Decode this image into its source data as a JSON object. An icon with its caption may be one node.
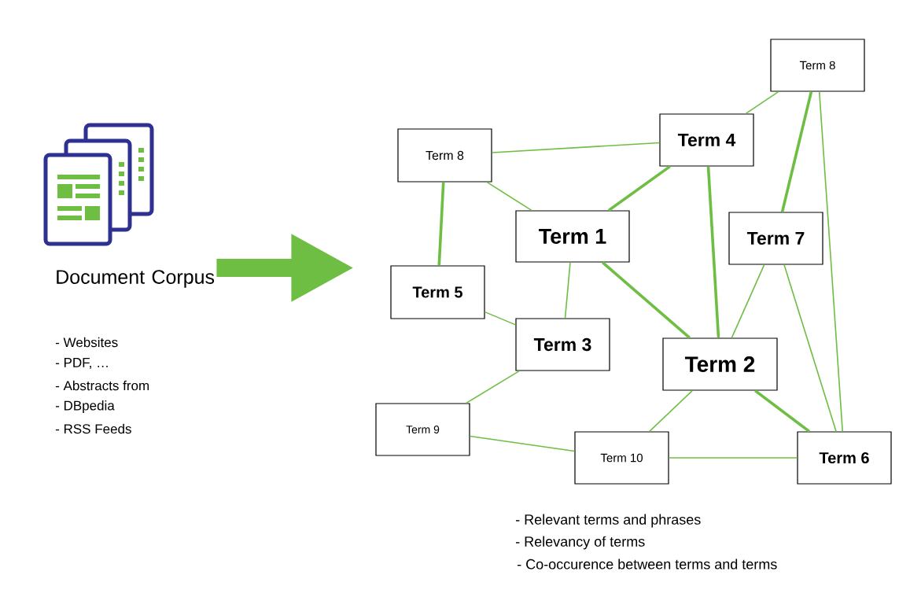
{
  "diagram": {
    "nodes": [
      {
        "text": [
          "Document Corpus"
        ]
      },
      {
        "text": [
          "Term 8"
        ]
      },
      {
        "text": [
          "Term 4"
        ]
      },
      {
        "text": [
          "Term 8"
        ]
      },
      {
        "text": [
          "Term 1"
        ]
      },
      {
        "text": [
          "Term 7"
        ]
      },
      {
        "text": [
          "Term 5"
        ]
      },
      {
        "text": [
          "Term 3"
        ]
      },
      {
        "text": [
          "Term 2"
        ]
      },
      {
        "text": [
          "Term 9"
        ]
      },
      {
        "text": [
          "Term 10"
        ]
      },
      {
        "text": [
          "Term 6"
        ]
      }
    ],
    "edges": [
      {
        "from": 0,
        "to": null,
        "arrow": "to",
        "style": "thick"
      },
      {
        "from": 1,
        "to": 2,
        "arrow": "none"
      },
      {
        "from": 1,
        "to": 5,
        "arrow": "none",
        "style": "thick"
      },
      {
        "from": 1,
        "to": 11,
        "arrow": "none"
      },
      {
        "from": 3,
        "to": 2,
        "arrow": "none"
      },
      {
        "from": 3,
        "to": 4,
        "arrow": "none"
      },
      {
        "from": 3,
        "to": 6,
        "arrow": "none",
        "style": "thick"
      },
      {
        "from": 2,
        "to": 4,
        "arrow": "none",
        "style": "thick"
      },
      {
        "from": 2,
        "to": 8,
        "arrow": "none",
        "style": "thick"
      },
      {
        "from": 4,
        "to": 8,
        "arrow": "none",
        "style": "thick"
      },
      {
        "from": 4,
        "to": 7,
        "arrow": "none"
      },
      {
        "from": 5,
        "to": 8,
        "arrow": "none"
      },
      {
        "from": 5,
        "to": 11,
        "arrow": "none"
      },
      {
        "from": 6,
        "to": 7,
        "arrow": "none"
      },
      {
        "from": 7,
        "to": 9,
        "arrow": "none"
      },
      {
        "from": 9,
        "to": 10,
        "arrow": "none"
      },
      {
        "from": 8,
        "to": 10,
        "arrow": "none"
      },
      {
        "from": 8,
        "to": 11,
        "arrow": "none",
        "style": "thick"
      },
      {
        "from": 10,
        "to": 11,
        "arrow": "none"
      }
    ],
    "labels": [
      "- Websites",
      "- PDF, …",
      "- Abstracts from",
      "- DBpedia",
      "- RSS Feeds",
      "- Relevant terms and phrases",
      "- Relevancy of terms",
      "- Co-occurence between terms and terms"
    ]
  }
}
